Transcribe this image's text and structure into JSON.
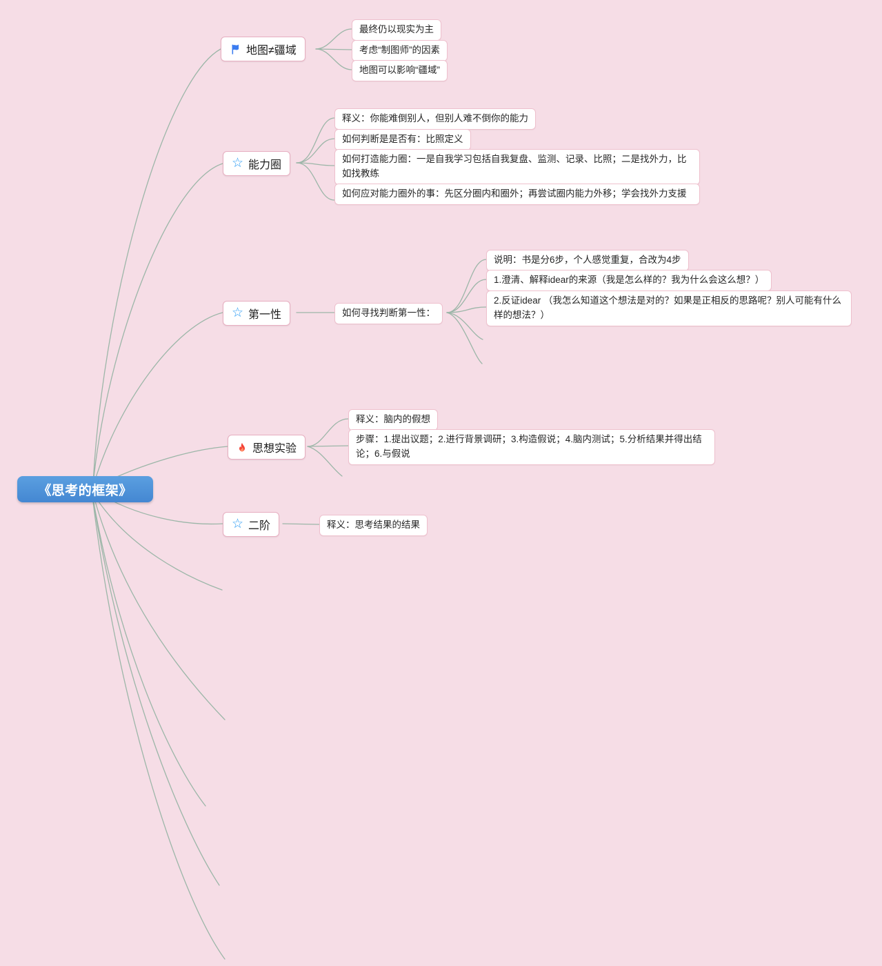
{
  "root": {
    "label": "《思考的框架》"
  },
  "branches": [
    {
      "label": "地图≠疆域",
      "icon": "flag-icon",
      "children": [
        {
          "text": "最终仍以现实为主"
        },
        {
          "text": "考虑“制图师”的因素"
        },
        {
          "text": "地图可以影响“疆域”"
        }
      ]
    },
    {
      "label": "能力圈",
      "icon": "star-icon",
      "children": [
        {
          "text": "释义：你能难倒别人，但别人难不倒你的能力"
        },
        {
          "text": "如何判断是是否有：比照定义"
        },
        {
          "text": "如何打造能力圈：一是自我学习包括自我复盘、监测、记录、比照；二是找外力，比如找教练"
        },
        {
          "text": "如何应对能力圈外的事：先区分圈内和圈外；再尝试圈内能力外移；学会找外力支援"
        }
      ]
    },
    {
      "label": "第一性",
      "icon": "star-icon",
      "children": [
        {
          "text": "如何寻找判断第一性：",
          "children": [
            {
              "text": "说明：书是分6步，个人感觉重复，合改为4步"
            },
            {
              "text": "1.澄清、解释idear的来源（我是怎么样的？我为什么会这么想？）"
            },
            {
              "text": "2.反证idear （我怎么知道这个想法是对的？如果是正相反的思路呢？别人可能有什么样的想法？）"
            }
          ]
        }
      ]
    },
    {
      "label": "思想实验",
      "icon": "flame-icon",
      "children": [
        {
          "text": "释义：脑内的假想"
        },
        {
          "text": "步骤：1.提出议题；2.进行背景调研；3.构造假说；4.脑内测试；5.分析结果并得出结论；6.与假说"
        }
      ]
    },
    {
      "label": "二阶",
      "icon": "star-icon",
      "children": [
        {
          "text": "释义：思考结果的结果"
        }
      ]
    }
  ],
  "colors": {
    "background": "#f6dde6",
    "root_fill": "#4e95dc",
    "node_border": "#e7aec0",
    "connector": "#9cb6a8",
    "flag_blue": "#3b7cf0",
    "star_blue": "#2d9cf4",
    "flame_red": "#f44336"
  }
}
